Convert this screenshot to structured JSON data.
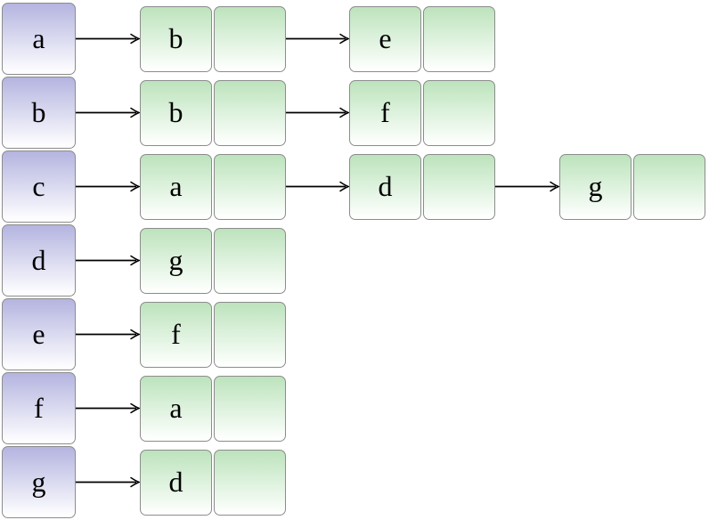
{
  "diagram": {
    "type": "adjacency-list",
    "colors": {
      "head_top": "#b4b4e0",
      "node_top": "#bce3bc",
      "border": "#8c8c8c",
      "arrow": "#000000"
    },
    "rows": [
      {
        "head": "a",
        "nodes": [
          "b",
          "e"
        ]
      },
      {
        "head": "b",
        "nodes": [
          "b",
          "f"
        ]
      },
      {
        "head": "c",
        "nodes": [
          "a",
          "d",
          "g"
        ]
      },
      {
        "head": "d",
        "nodes": [
          "g"
        ]
      },
      {
        "head": "e",
        "nodes": [
          "f"
        ]
      },
      {
        "head": "f",
        "nodes": [
          "a"
        ]
      },
      {
        "head": "g",
        "nodes": [
          "d"
        ]
      }
    ]
  }
}
